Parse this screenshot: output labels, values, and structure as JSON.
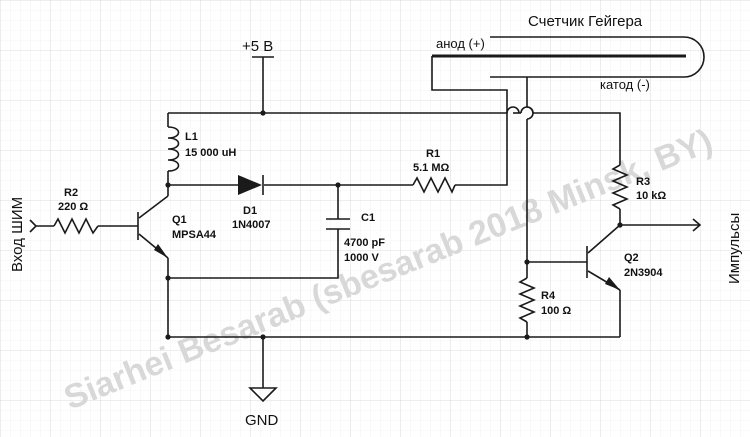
{
  "labels": {
    "vcc": "+5 В",
    "gnd": "GND",
    "tube_title": "Счетчик Гейгера",
    "anode": "анод (+)",
    "cathode": "катод (-)",
    "input": "Вход ШИМ",
    "output": "Импульсы",
    "watermark": "Siarhei Besarab (sbesarab 2018 Minsk, BY)"
  },
  "components": {
    "l1": {
      "ref": "L1",
      "value": "15 000 uH"
    },
    "r2": {
      "ref": "R2",
      "value": "220 Ω"
    },
    "q1": {
      "ref": "Q1",
      "value": "MPSA44"
    },
    "d1": {
      "ref": "D1",
      "value": "1N4007"
    },
    "c1": {
      "ref": "C1",
      "value_line1": "4700 pF",
      "value_line2": "1000 V"
    },
    "r1": {
      "ref": "R1",
      "value": "5.1 MΩ"
    },
    "r3": {
      "ref": "R3",
      "value": "10 kΩ"
    },
    "q2": {
      "ref": "Q2",
      "value": "2N3904"
    },
    "r4": {
      "ref": "R4",
      "value": "100 Ω"
    }
  },
  "colors": {
    "grid_minor": "#e6e6e6",
    "grid_major": "#cfcfcf",
    "wire": "#1a1a1a"
  }
}
